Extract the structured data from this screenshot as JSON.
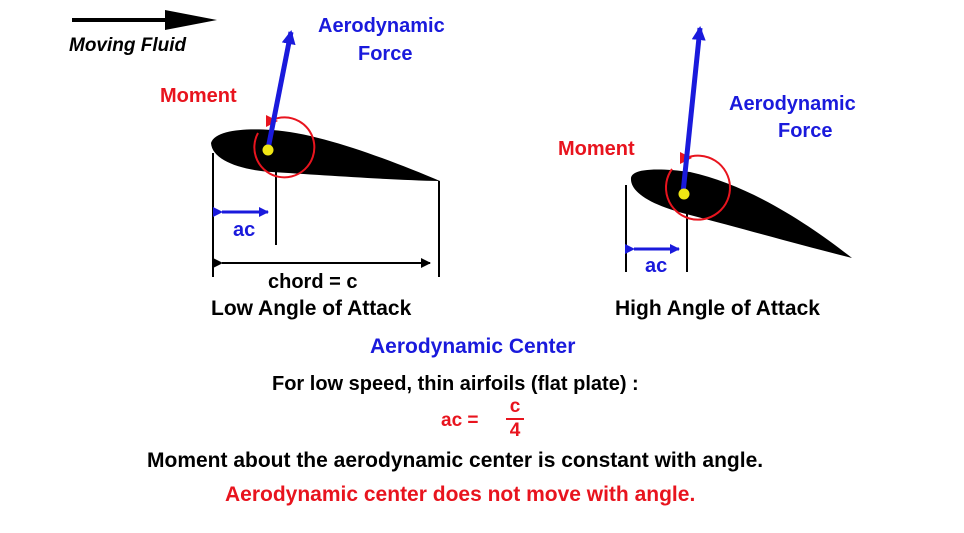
{
  "labels": {
    "moving_fluid": "Moving Fluid",
    "left_force": [
      "Aerodynamic",
      "Force"
    ],
    "left_moment": "Moment",
    "left_ac": "ac",
    "chord": "chord = c",
    "low_angle": "Low  Angle of Attack",
    "right_force": [
      "Aerodynamic",
      "Force"
    ],
    "right_moment": "Moment",
    "right_ac": "ac",
    "high_angle": "High  Angle of Attack"
  },
  "text": {
    "heading": "Aerodynamic   Center",
    "subheading": "For  low  speed,  thin  airfoils (flat plate) :",
    "formula_lhs": "ac  =",
    "formula_num": "c",
    "formula_den": "4",
    "statement1": "Moment  about  the  aerodynamic  center  is  constant  with angle.",
    "statement2": "Aerodynamic  center  does  not  move  with  angle."
  },
  "colors": {
    "black": "#000000",
    "blue": "#1a1adc",
    "red": "#e8141e",
    "yellow": "#f0e614"
  }
}
